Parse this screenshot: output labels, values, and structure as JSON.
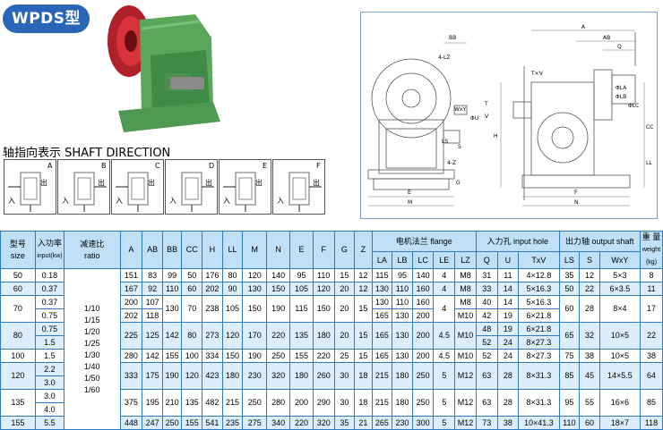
{
  "badge": "WPDS型",
  "shaft": {
    "title": "轴指向表示  SHAFT DIRECTION",
    "items": [
      {
        "letter": "A",
        "in": "入",
        "out": "出"
      },
      {
        "letter": "B",
        "in": "入",
        "out": "出"
      },
      {
        "letter": "C",
        "in": "入",
        "out": "出"
      },
      {
        "letter": "D",
        "in": "入",
        "out": "出"
      },
      {
        "letter": "E",
        "in": "入",
        "out": "出"
      },
      {
        "letter": "F",
        "in": "入",
        "out": "出"
      }
    ]
  },
  "drawing_labels": {
    "A": "A",
    "AB": "AB",
    "BB": "BB",
    "LZ": "4-LZ",
    "WxY": "WxY",
    "U": "ΦU",
    "T": "T",
    "V": "V",
    "LA": "ΦLA",
    "LB": "ΦLB",
    "LC": "ΦLC",
    "CC": "CC",
    "H": "H",
    "LL": "LL",
    "LS": "LS",
    "S": "S",
    "Z": "4-Z",
    "G": "G",
    "E": "E",
    "M": "M",
    "F": "F",
    "N": "N",
    "Q": "Q",
    "TxV": "T×V"
  },
  "table": {
    "headers": {
      "size": [
        "型号",
        "size"
      ],
      "power": [
        "入功率",
        "input(kw)"
      ],
      "ratio": [
        "减速比",
        "ratio"
      ],
      "cols": [
        "A",
        "AB",
        "BB",
        "CC",
        "H",
        "LL",
        "M",
        "N",
        "E",
        "F",
        "G",
        "Z"
      ],
      "flange": "电机法兰 flange",
      "flange_cols": [
        "LA",
        "LB",
        "LC",
        "LE",
        "LZ"
      ],
      "input": "入力孔 input hole",
      "input_cols": [
        "Q",
        "U",
        "TxV"
      ],
      "output": "出力轴 output shaft",
      "output_cols": [
        "LS",
        "S",
        "WxY"
      ],
      "weight": [
        "重 量",
        "weight",
        "(kg)"
      ]
    },
    "ratios": [
      "1/10",
      "1/15",
      "1/20",
      "1/25",
      "1/30",
      "1/40",
      "1/50",
      "1/60"
    ],
    "rows": [
      {
        "size": "50",
        "sub": [
          {
            "p": "0.18",
            "dims": [
              "151",
              "83",
              "99",
              "50",
              "176",
              "80",
              "120",
              "140",
              "95",
              "110",
              "15",
              "12"
            ],
            "flange": [
              "115",
              "95",
              "140",
              "4",
              "M8"
            ],
            "input": [
              "31",
              "11",
              "4×12.8"
            ]
          }
        ],
        "out": [
          "35",
          "12",
          "5×3"
        ],
        "w": "8"
      },
      {
        "size": "60",
        "sub": [
          {
            "p": "0.37",
            "dims": [
              "167",
              "92",
              "110",
              "60",
              "202",
              "90",
              "130",
              "150",
              "105",
              "120",
              "20",
              "12"
            ],
            "flange": [
              "130",
              "110",
              "160",
              "4",
              "M8"
            ],
            "input": [
              "33",
              "14",
              "5×16.3"
            ]
          }
        ],
        "out": [
          "50",
          "22",
          "6×3.5"
        ],
        "w": "11"
      },
      {
        "size": "70",
        "sub": [
          {
            "p": "0.37",
            "flange": [
              "130",
              "110",
              "160",
              "",
              "M8"
            ],
            "input": [
              "40",
              "14",
              "5×16.3"
            ]
          },
          {
            "p": "0.75",
            "flange": [
              "165",
              "130",
              "200",
              "",
              "M10"
            ],
            "input": [
              "42",
              "19",
              "6×21.8"
            ]
          }
        ],
        "dimsA": [
          "200",
          "202"
        ],
        "dimsAB": [
          "107",
          "118"
        ],
        "dims": [
          "130",
          "70",
          "238",
          "105",
          "150",
          "190",
          "115",
          "150",
          "20",
          "15"
        ],
        "le": "4",
        "out": [
          "60",
          "28",
          "8×4"
        ],
        "w": "17"
      },
      {
        "size": "80",
        "sub": [
          {
            "p": "0.75",
            "input": [
              "48",
              "19",
              "6×21.8"
            ]
          },
          {
            "p": "1.5",
            "input": [
              "52",
              "24",
              "8×27.3"
            ]
          }
        ],
        "dims": [
          "225",
          "125",
          "142",
          "80",
          "273",
          "120",
          "170",
          "220",
          "135",
          "180",
          "20",
          "15"
        ],
        "flange": [
          "165",
          "130",
          "200",
          "4.5",
          "M10"
        ],
        "out": [
          "65",
          "32",
          "10×5"
        ],
        "w": "22"
      },
      {
        "size": "100",
        "sub": [
          {
            "p": "1.5",
            "dims": [
              "280",
              "142",
              "155",
              "100",
              "334",
              "150",
              "190",
              "250",
              "155",
              "220",
              "25",
              "15"
            ],
            "flange": [
              "165",
              "130",
              "200",
              "4.5",
              "M10"
            ],
            "input": [
              "52",
              "24",
              "8×27.3"
            ]
          }
        ],
        "out": [
          "75",
          "38",
          "10×5"
        ],
        "w": "38"
      },
      {
        "size": "120",
        "sub": [
          {
            "p": "2.2"
          },
          {
            "p": "3.0"
          }
        ],
        "dims": [
          "333",
          "175",
          "190",
          "120",
          "423",
          "180",
          "230",
          "320",
          "180",
          "260",
          "30",
          "18"
        ],
        "flange": [
          "215",
          "180",
          "250",
          "5",
          "M12"
        ],
        "input": [
          "63",
          "28",
          "8×31.3"
        ],
        "out": [
          "85",
          "45",
          "14×5.5"
        ],
        "w": "64"
      },
      {
        "size": "135",
        "sub": [
          {
            "p": "3.0"
          },
          {
            "p": "4.0"
          }
        ],
        "dims": [
          "375",
          "195",
          "210",
          "135",
          "482",
          "215",
          "250",
          "280",
          "200",
          "290",
          "30",
          "18"
        ],
        "flange": [
          "215",
          "180",
          "250",
          "5",
          "M12"
        ],
        "input": [
          "63",
          "28",
          "8×31.3"
        ],
        "out": [
          "95",
          "55",
          "16×6"
        ],
        "w": "85"
      },
      {
        "size": "155",
        "sub": [
          {
            "p": "5.5",
            "dims": [
              "448",
              "247",
              "250",
              "155",
              "541",
              "235",
              "275",
              "340",
              "220",
              "320",
              "35",
              "21"
            ],
            "flange": [
              "265",
              "230",
              "300",
              "5",
              "M12"
            ],
            "input": [
              "73",
              "38",
              "10×41.3"
            ]
          }
        ],
        "out": [
          "110",
          "60",
          "18×7"
        ],
        "w": "118"
      }
    ]
  }
}
